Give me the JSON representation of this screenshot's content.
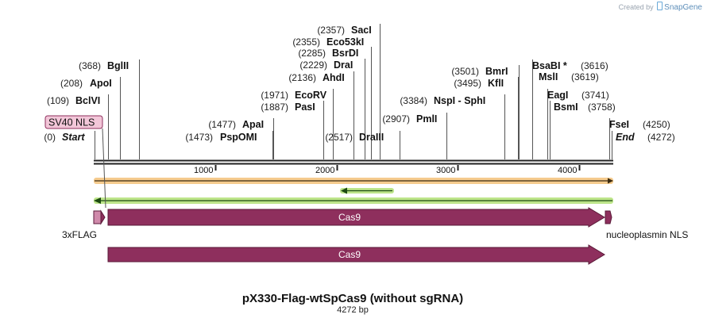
{
  "brand": {
    "prefix": "Created by",
    "name": "SnapGene"
  },
  "map": {
    "title": "pX330-Flag-wtSpCas9  (without sgRNA)",
    "length_text": "4272 bp",
    "total_bp": 4272,
    "ticks": [
      1000,
      2000,
      3000,
      4000
    ]
  },
  "sites": [
    {
      "name": "Start",
      "pos": "(0)",
      "bp": 0,
      "italic": true
    },
    {
      "name": "BclVI",
      "pos": "(109)",
      "bp": 109
    },
    {
      "name": "ApoI",
      "pos": "(208)",
      "bp": 208
    },
    {
      "name": "BglII",
      "pos": "(368)",
      "bp": 368
    },
    {
      "name": "PspOMI",
      "pos": "(1473)",
      "bp": 1473
    },
    {
      "name": "ApaI",
      "pos": "(1477)",
      "bp": 1477
    },
    {
      "name": "PasI",
      "pos": "(1887)",
      "bp": 1887
    },
    {
      "name": "EcoRV",
      "pos": "(1971)",
      "bp": 1971
    },
    {
      "name": "AhdI",
      "pos": "(2136)",
      "bp": 2136
    },
    {
      "name": "DraI",
      "pos": "(2229)",
      "bp": 2229
    },
    {
      "name": "BsrDI",
      "pos": "(2285)",
      "bp": 2285
    },
    {
      "name": "Eco53kI",
      "pos": "(2355)",
      "bp": 2355
    },
    {
      "name": "SacI",
      "pos": "(2357)",
      "bp": 2357
    },
    {
      "name": "DraIII",
      "pos": "(2517)",
      "bp": 2517
    },
    {
      "name": "PmlI",
      "pos": "(2907)",
      "bp": 2907
    },
    {
      "name": "NspI - SphI",
      "pos": "(3384)",
      "bp": 3384
    },
    {
      "name": "KflI",
      "pos": "(3495)",
      "bp": 3495
    },
    {
      "name": "BmrI",
      "pos": "(3501)",
      "bp": 3501
    },
    {
      "name": "BsaBI *",
      "pos": "(3616)",
      "bp": 3616
    },
    {
      "name": "MslI",
      "pos": "(3619)",
      "bp": 3619
    },
    {
      "name": "EagI",
      "pos": "(3741)",
      "bp": 3741
    },
    {
      "name": "BsmI",
      "pos": "(3758)",
      "bp": 3758
    },
    {
      "name": "FseI",
      "pos": "(4250)",
      "bp": 4250
    },
    {
      "name": "End",
      "pos": "(4272)",
      "bp": 4272,
      "italic": true
    }
  ],
  "features": {
    "sv40_nls": "SV40 NLS",
    "flag": "3xFLAG",
    "cas9": "Cas9",
    "nucleoplasmin": "nucleoplasmin NLS",
    "cas9_translation": "Cas9"
  },
  "colors": {
    "cas9": "#8e2f5d",
    "flag": "#d08aab",
    "sv40": "#f2c6d8",
    "orange_band": "#f3c27a",
    "green_band": "#bde58a",
    "backbone": "#222222"
  }
}
